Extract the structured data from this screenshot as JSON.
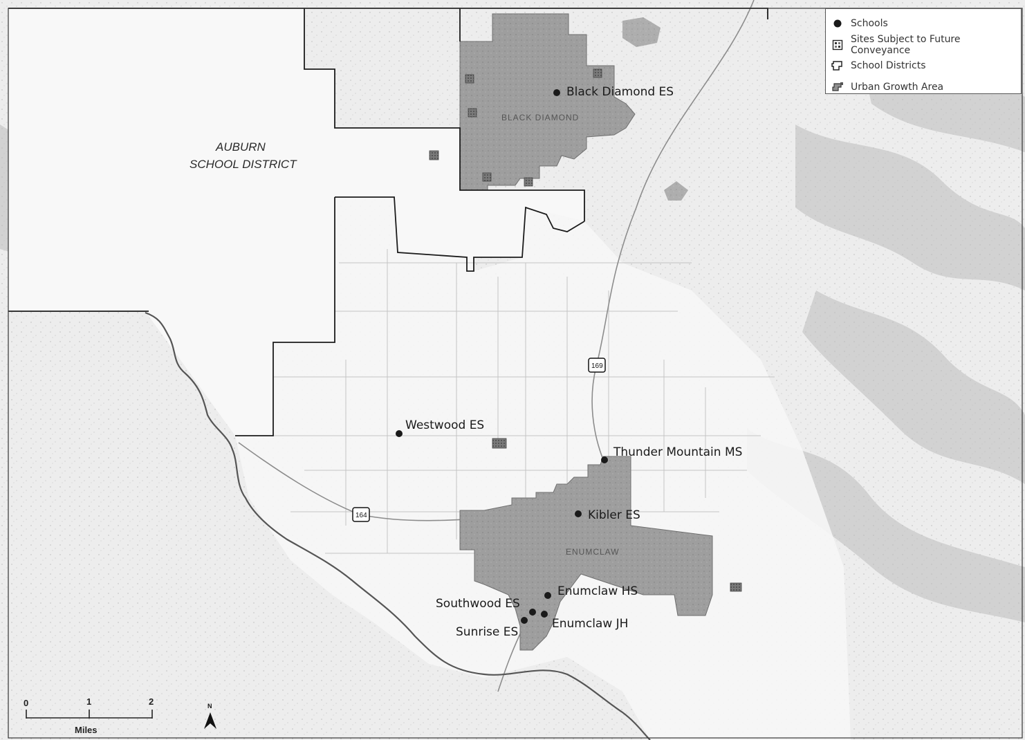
{
  "legend": {
    "items": [
      {
        "label": "Schools",
        "icon": "school-dot-icon"
      },
      {
        "label": "Sites Subject to Future Conveyance",
        "icon": "site-square-icon"
      },
      {
        "label": "School Districts",
        "icon": "district-outline-icon"
      },
      {
        "label": "Urban Growth Area",
        "icon": "urban-growth-icon"
      }
    ]
  },
  "district": {
    "name_line1": "AUBURN",
    "name_line2": "SCHOOL DISTRICT"
  },
  "cities": {
    "black_diamond": "BLACK DIAMOND",
    "enumclaw": "ENUMCLAW"
  },
  "schools": [
    {
      "id": "black-diamond-es",
      "name": "Black Diamond ES"
    },
    {
      "id": "westwood-es",
      "name": "Westwood ES"
    },
    {
      "id": "thunder-mountain-ms",
      "name": "Thunder Mountain MS"
    },
    {
      "id": "kibler-es",
      "name": "Kibler ES"
    },
    {
      "id": "enumclaw-hs",
      "name": "Enumclaw HS"
    },
    {
      "id": "southwood-es",
      "name": "Southwood ES"
    },
    {
      "id": "enumclaw-jh",
      "name": "Enumclaw JH"
    },
    {
      "id": "sunrise-es",
      "name": "Sunrise ES"
    }
  ],
  "highways": {
    "sr169": "169",
    "sr164": "164"
  },
  "scale_bar": {
    "tick0": "0",
    "tick1": "1",
    "tick2": "2",
    "unit": "Miles"
  },
  "north_arrow": {
    "label": "N"
  },
  "colors": {
    "urban_fill": "#9c9c9c",
    "district_line": "#1a1a1a",
    "school_dot": "#1a1a1a",
    "river": "#555555",
    "terrain": "#bdbdbd"
  }
}
